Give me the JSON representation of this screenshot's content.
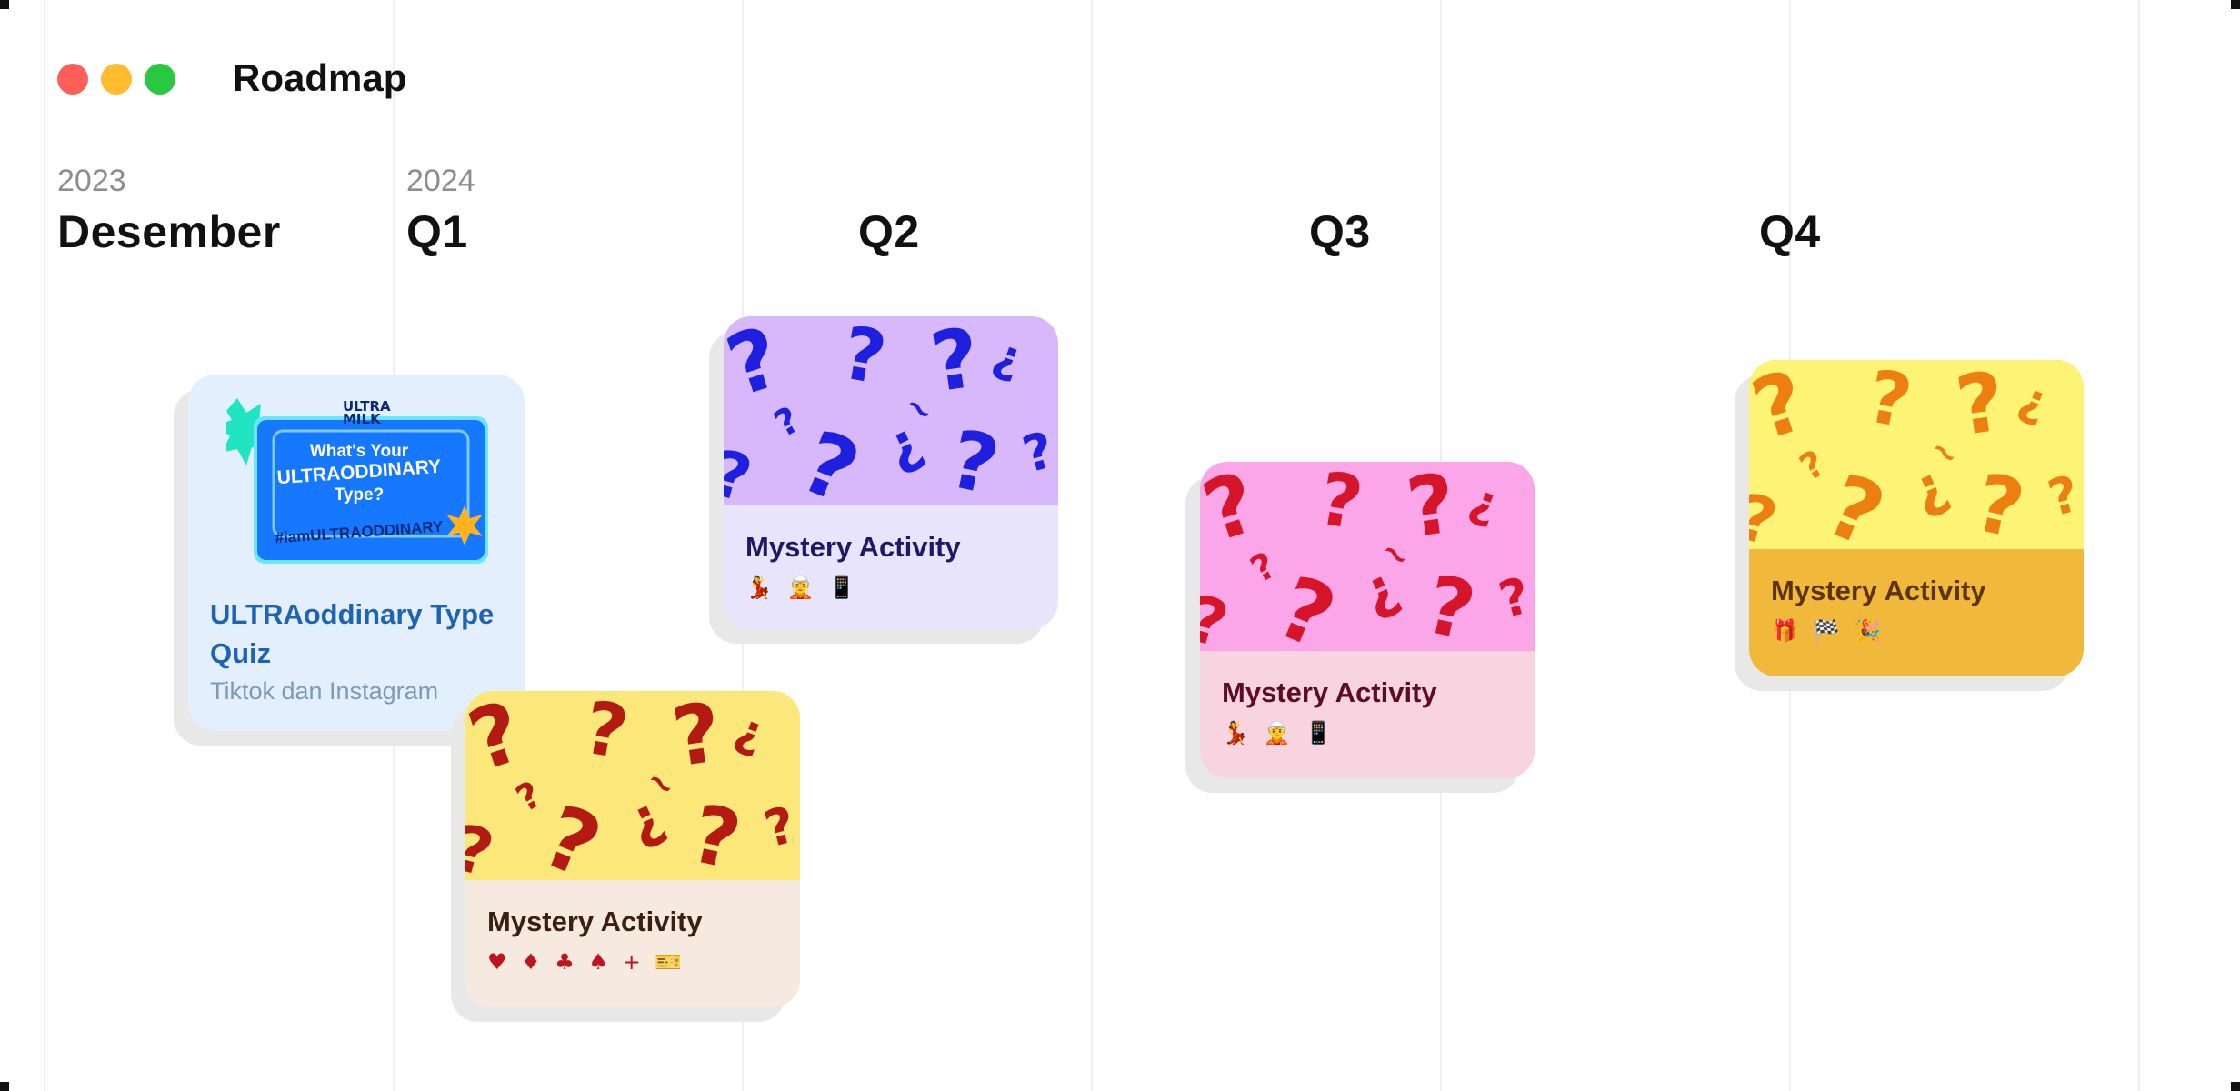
{
  "window": {
    "title": "Roadmap",
    "controls": [
      {
        "name": "close",
        "color": "#ff5f57"
      },
      {
        "name": "minimize",
        "color": "#febc2e"
      },
      {
        "name": "maximize",
        "color": "#28c840"
      }
    ]
  },
  "timeline": {
    "columns": [
      {
        "year": "2023",
        "label": "Desember"
      },
      {
        "year": "2024",
        "label": "Q1"
      },
      {
        "year": "",
        "label": "Q2"
      },
      {
        "year": "",
        "label": "Q3"
      },
      {
        "year": "",
        "label": "Q4"
      }
    ]
  },
  "cards": {
    "quiz": {
      "title": "ULTRAoddinary Type Quiz",
      "subtitle": "Tiktok dan Instagram",
      "banner": {
        "brand_top": "ULTRA",
        "brand_bottom": "MILK",
        "headline_1": "What's Your",
        "headline_2": "ULTRAODDINARY",
        "headline_3": "Type?",
        "hashtag": "#iamULTRAODDINARY"
      }
    },
    "mystery_q2": {
      "title": "Mystery Activity",
      "emojis": "💃 🧝 📱",
      "bg": "#e8e4fb",
      "pattern_bg": "#d6b8fb",
      "mark": "#1f1fe0",
      "title_color": "#1c1a66"
    },
    "mystery_q1": {
      "title": "Mystery Activity",
      "emojis": "♥ ♦ ♣ ♠ + 🎫",
      "bg": "#f6e9df",
      "pattern_bg": "#fbe77a",
      "mark": "#b31b12",
      "title_color": "#3a1f12"
    },
    "mystery_q3": {
      "title": "Mystery Activity",
      "emojis": "💃 🧝 📱",
      "bg": "#f7d4e0",
      "pattern_bg": "#fba6e8",
      "mark": "#d6152a",
      "title_color": "#5a0d25"
    },
    "mystery_q4": {
      "title": "Mystery Activity",
      "emojis": "🎁 🏁 🎉",
      "bg": "#f1b93b",
      "pattern_bg": "#fdf375",
      "mark": "#ec7f10",
      "title_color": "#5c3510"
    }
  }
}
